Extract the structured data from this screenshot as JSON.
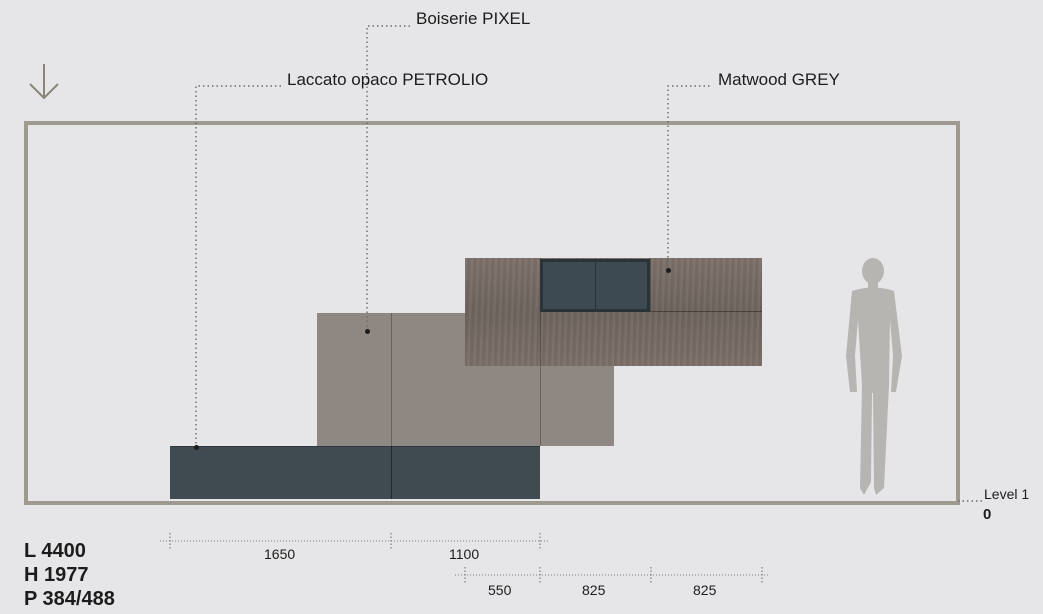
{
  "labels": {
    "boiserie": "Boiserie PIXEL",
    "laccato": "Laccato opaco PETROLIO",
    "matwood": "Matwood GREY"
  },
  "level": {
    "name": "Level 1",
    "value": "0"
  },
  "specs": {
    "length": "L 4400",
    "height": "H 1977",
    "depth": "P 384/488"
  },
  "dimensions": {
    "row1": [
      "1650",
      "1100"
    ],
    "row2": [
      "550",
      "825",
      "825"
    ]
  },
  "colors": {
    "petrolio": "#3f4a51",
    "pixel": "#8f8882",
    "matwood": "#75695f",
    "wall_frame": "#9e9a8f",
    "background": "#e6e6e8"
  },
  "icons": {
    "direction": "arrow-down-icon",
    "figure": "human-silhouette-icon"
  }
}
